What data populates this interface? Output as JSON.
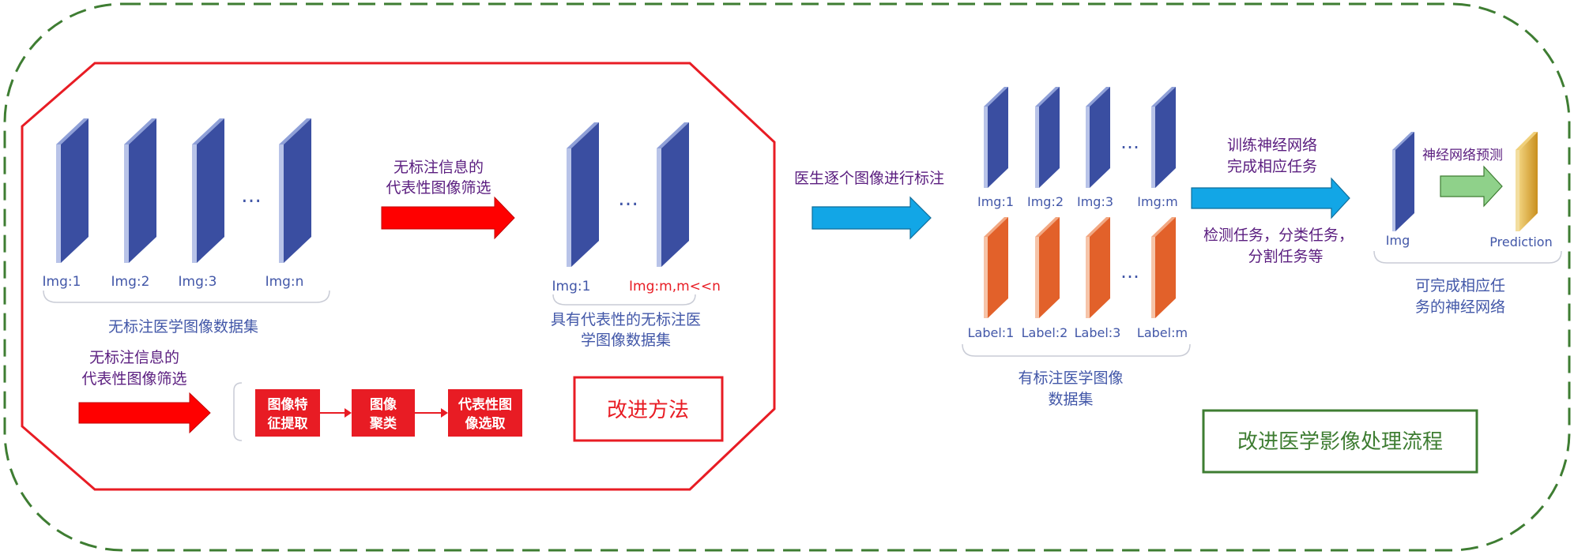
{
  "colors": {
    "dashed_border": "#3e7d32",
    "octagon": "#e81c24",
    "slab_blue_face": "#3a4ea1",
    "slab_blue_side": "#8fa0d8",
    "slab_orange_face": "#e2612a",
    "slab_orange_side": "#f2a781",
    "label_blue": "#4257a8",
    "label_red": "#e81c24",
    "label_purple": "#5a1d7f",
    "arrow_red": "#ff0000",
    "arrow_cyan": "#12a6e6",
    "arrow_green": "#8fd18a",
    "prediction_gold": "#d6a43a",
    "box_red": "#e81c24",
    "box_green": "#3e7d32"
  },
  "unlabeled_set": {
    "items": [
      "Img:1",
      "Img:2",
      "Img:3",
      "Img:n"
    ],
    "ellipsis": "…",
    "caption": "无标注医学图像数据集"
  },
  "screening": {
    "arrow_label": [
      "无标注信息的",
      "代表性图像筛选"
    ]
  },
  "representative_set": {
    "first": "Img:1",
    "last": "Img:m,m<<n",
    "ellipsis": "…",
    "caption": [
      "具有代表性的无标注医",
      "学图像数据集"
    ]
  },
  "method": {
    "arrow_label": [
      "无标注信息的",
      "代表性图像筛选"
    ],
    "steps": [
      [
        "图像特",
        "征提取"
      ],
      [
        "图像",
        "聚类"
      ],
      [
        "代表性图",
        "像选取"
      ]
    ],
    "title": "改进方法"
  },
  "annotation": {
    "arrow_label": "医生逐个图像进行标注"
  },
  "labeled_set": {
    "images": [
      "Img:1",
      "Img:2",
      "Img:3",
      "Img:m"
    ],
    "labels": [
      "Label:1",
      "Label:2",
      "Label:3",
      "Label:m"
    ],
    "ellipsis": "…",
    "caption": [
      "有标注医学图像",
      "数据集"
    ]
  },
  "training": {
    "arrow_label": [
      "训练神经网络",
      "完成相应任务"
    ],
    "tasks": [
      "检测任务，分类任务，",
      "分割任务等"
    ]
  },
  "network": {
    "input": "Img",
    "arrow_label": "神经网络预测",
    "output": "Prediction",
    "caption": [
      "可完成相应任",
      "务的神经网络"
    ]
  },
  "overall_title": "改进医学影像处理流程"
}
